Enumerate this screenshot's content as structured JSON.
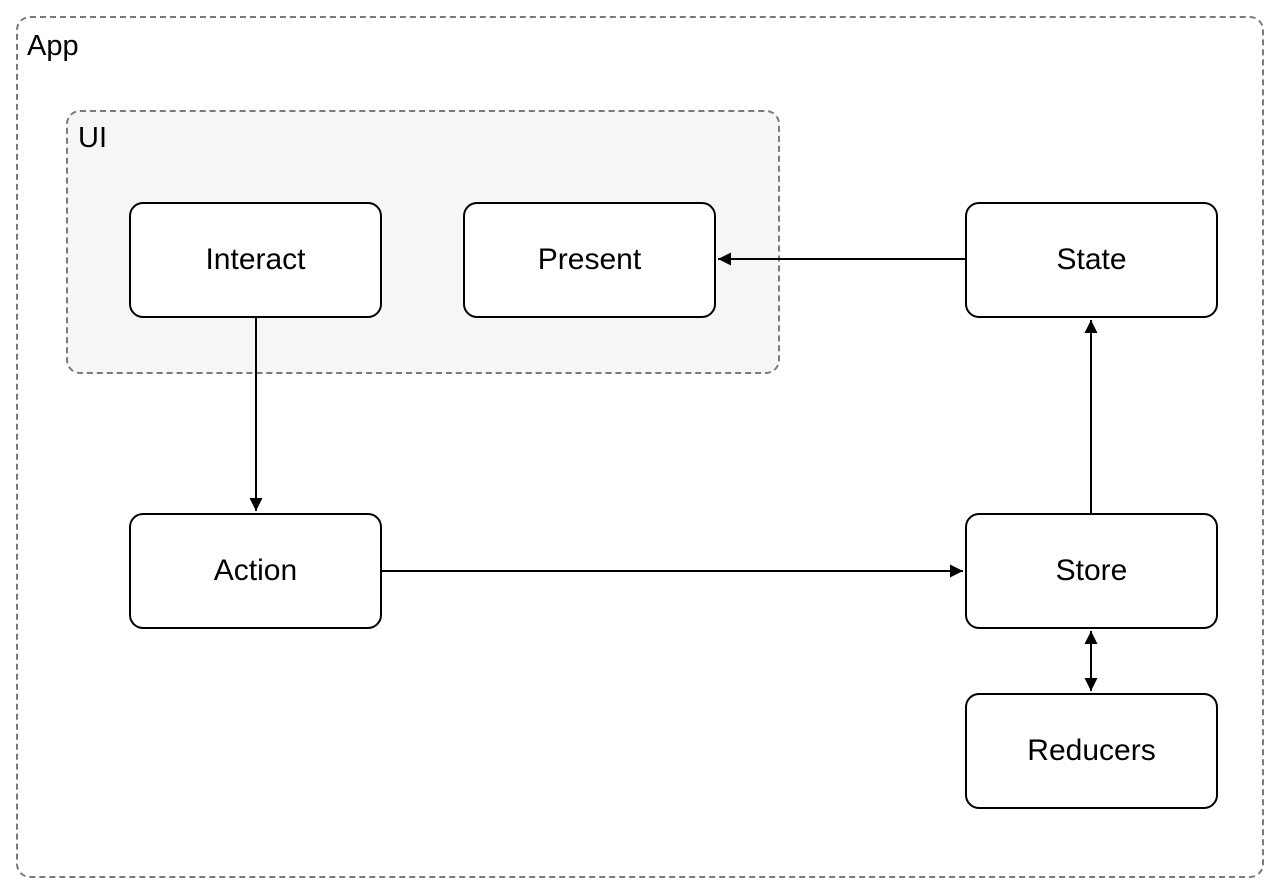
{
  "containers": {
    "app": {
      "label": "App"
    },
    "ui": {
      "label": "UI"
    }
  },
  "nodes": {
    "interact": "Interact",
    "present": "Present",
    "state": "State",
    "action": "Action",
    "store": "Store",
    "reducers": "Reducers"
  },
  "edges": [
    {
      "from": "Interact",
      "to": "Action",
      "direction": "forward"
    },
    {
      "from": "Action",
      "to": "Store",
      "direction": "forward"
    },
    {
      "from": "Store",
      "to": "State",
      "direction": "forward"
    },
    {
      "from": "State",
      "to": "Present",
      "direction": "forward"
    },
    {
      "from": "Store",
      "to": "Reducers",
      "direction": "bidirectional"
    }
  ],
  "colors": {
    "container_border": "#7a7a7a",
    "ui_background": "#f5f6f6",
    "node_border": "#000000",
    "edge": "#000000"
  }
}
